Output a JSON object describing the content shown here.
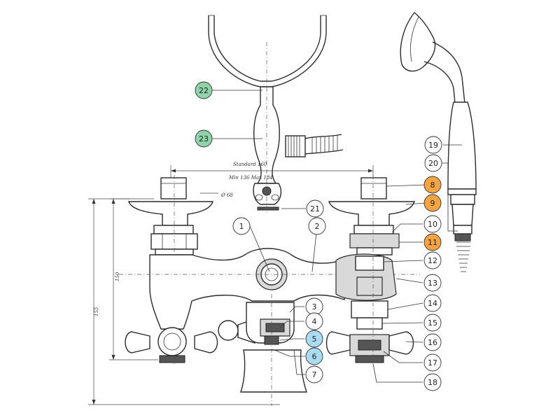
{
  "colors": {
    "green": "#8fd3a8",
    "orange": "#f5a442",
    "blue": "#a9dcf2",
    "none": "#ffffff"
  },
  "dimensions": {
    "standard": "Standard 160",
    "minmax": "Min 136 Max 184",
    "diameter": "Ø 68",
    "height_150": "150",
    "height_155": "155"
  },
  "callouts": [
    {
      "num": "1",
      "color": "none"
    },
    {
      "num": "2",
      "color": "none"
    },
    {
      "num": "3",
      "color": "none"
    },
    {
      "num": "4",
      "color": "none"
    },
    {
      "num": "5",
      "color": "blue"
    },
    {
      "num": "6",
      "color": "blue"
    },
    {
      "num": "7",
      "color": "none"
    },
    {
      "num": "8",
      "color": "orange"
    },
    {
      "num": "9",
      "color": "orange"
    },
    {
      "num": "10",
      "color": "none"
    },
    {
      "num": "11",
      "color": "orange"
    },
    {
      "num": "12",
      "color": "none"
    },
    {
      "num": "13",
      "color": "none"
    },
    {
      "num": "14",
      "color": "none"
    },
    {
      "num": "15",
      "color": "none"
    },
    {
      "num": "16",
      "color": "none"
    },
    {
      "num": "17",
      "color": "none"
    },
    {
      "num": "18",
      "color": "none"
    },
    {
      "num": "19",
      "color": "none"
    },
    {
      "num": "20",
      "color": "none"
    },
    {
      "num": "21",
      "color": "none"
    },
    {
      "num": "22",
      "color": "green"
    },
    {
      "num": "23",
      "color": "green"
    }
  ]
}
